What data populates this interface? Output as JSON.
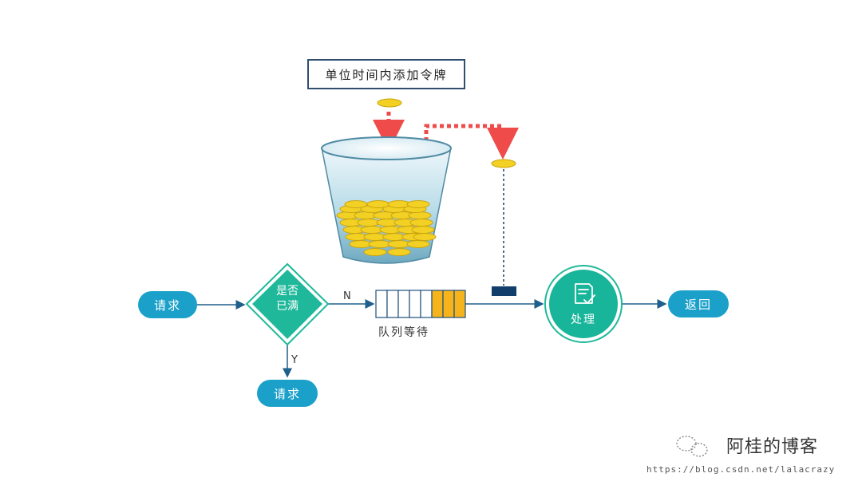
{
  "top_label": "单位时间内添加令牌",
  "decision": {
    "line1": "是否",
    "line2": "已满"
  },
  "branch_no": "N",
  "branch_yes": "Y",
  "start_node": "请求",
  "rejected_node": "请求",
  "queue_label": "队列等待",
  "queue": {
    "total_slots": 8,
    "filled_slots": 3
  },
  "process_node": "处理",
  "end_node": "返回",
  "watermark": {
    "name": "阿桂的博客",
    "url": "https://blog.csdn.net/lalacrazy"
  },
  "colors": {
    "primary": "#1aa0c9",
    "decision": "#1fb89a",
    "process": "#18b59a",
    "token": "#f2d024",
    "arrow_token": "#ef4b4b",
    "queue_fill": "#f5b41c",
    "gate": "#123e6b"
  },
  "icons": {
    "process": "document-check-icon",
    "watermark": "wechat-icon"
  }
}
